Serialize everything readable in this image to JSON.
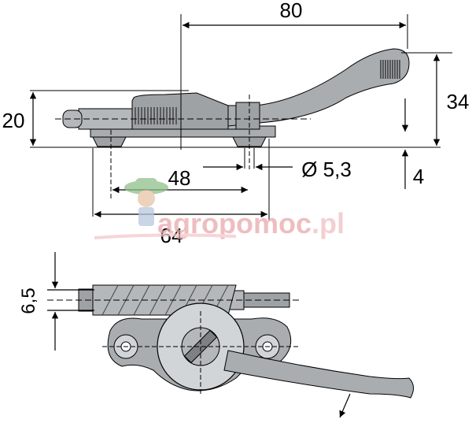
{
  "dimensions": {
    "overall_length": "80",
    "height_total": "34",
    "thickness": "20",
    "hole_spacing": "48",
    "hole_diameter": "Ø 5,3",
    "base_length": "64",
    "foot_height": "4",
    "rod_offset": "6,5"
  },
  "watermark": {
    "brand_prefix": "agro",
    "brand_suffix": "pomoc",
    "domain_suffix": ".pl",
    "color_main": "#e9a7ac",
    "color_accent": "#f3d0d3"
  },
  "colors": {
    "part_fill": "#a9adb0",
    "part_dark": "#6f7376",
    "line": "#000000"
  }
}
